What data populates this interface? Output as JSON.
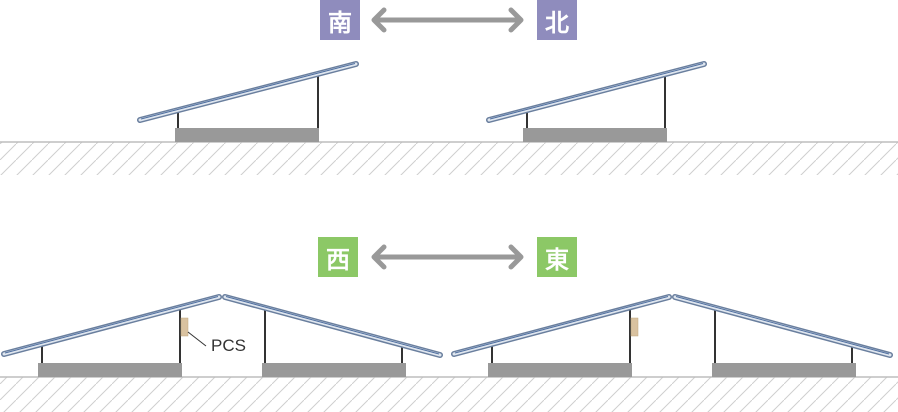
{
  "directions": {
    "south": "南",
    "north": "北",
    "west": "西",
    "east": "東"
  },
  "labels": {
    "pcs": "PCS"
  },
  "colors": {
    "north_south_badge": "#8f8cbd",
    "east_west_badge": "#8cc866",
    "arrow": "#999999",
    "panel_frame": "#6a7f9e",
    "panel_glass": "#4f6fa0",
    "post": "#333333",
    "foundation": "#999999",
    "ground_hatch": "#c8c8c8",
    "pcs_box": "#d9c2a0"
  }
}
